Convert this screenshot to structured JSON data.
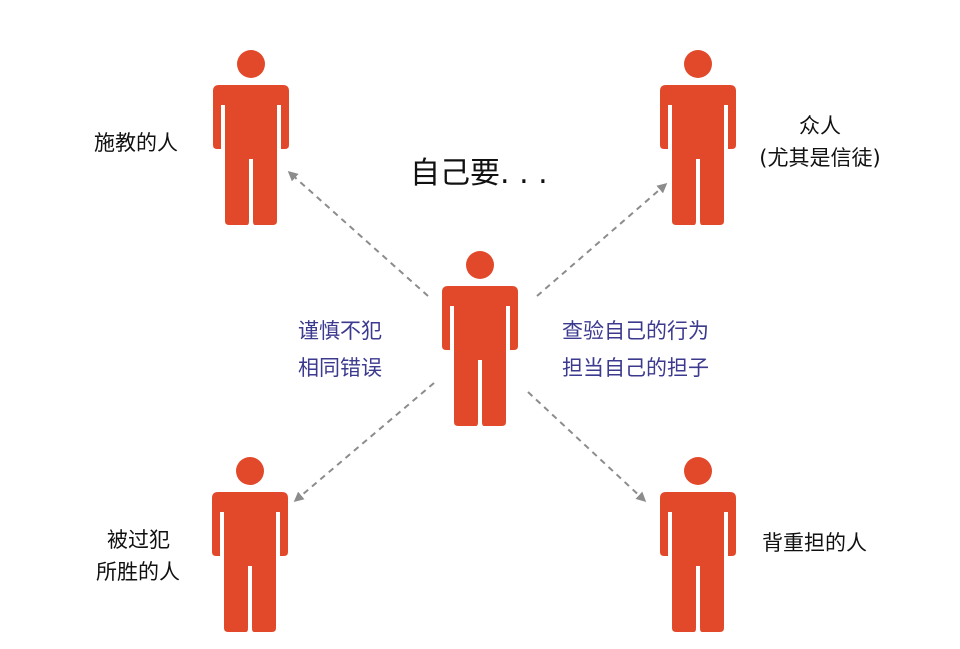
{
  "title": "自己要. . .",
  "nodes": {
    "top_left": "施教的人",
    "top_right": [
      "众人",
      "(尤其是信徒)"
    ],
    "bottom_left": [
      "被过犯",
      "所胜的人"
    ],
    "bottom_right": "背重担的人"
  },
  "edge_labels": {
    "left": [
      "谨慎不犯",
      "相同错误"
    ],
    "right": [
      "查验自己的行为",
      "担当自己的担子"
    ]
  },
  "colors": {
    "figure": "#e2492a",
    "accent_text": "#3c3a8e",
    "arrow": "#8c8c8c"
  },
  "icons": [
    "person-icon",
    "dashed-arrow"
  ]
}
